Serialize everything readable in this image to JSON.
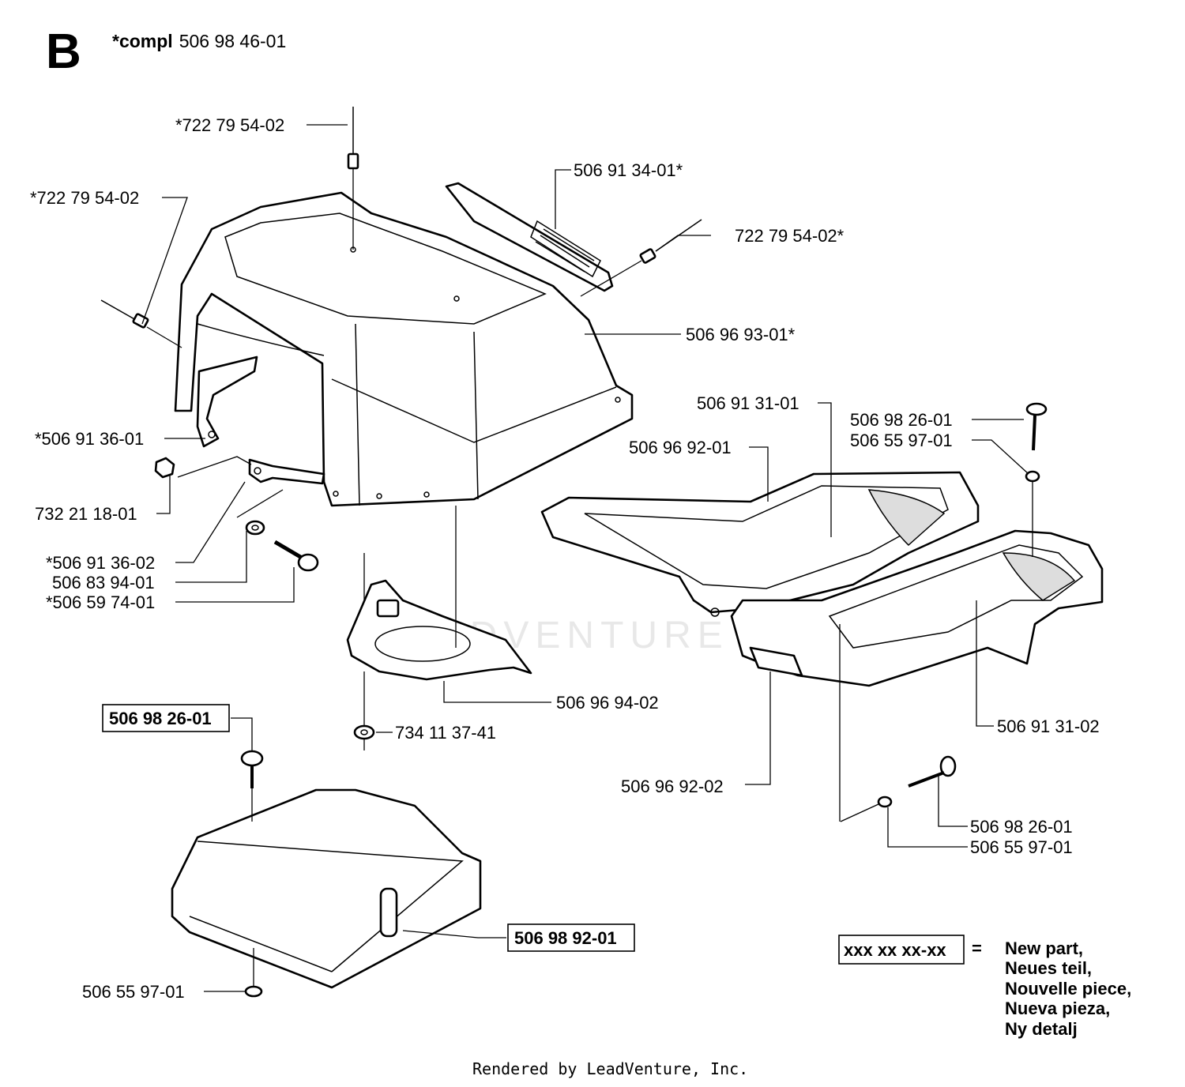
{
  "header": {
    "section_letter": "B",
    "compl_prefix": "*compl",
    "compl_number": "506 98 46-01"
  },
  "watermark": "LEADVENTURE",
  "callouts": {
    "pin_top": "*722 79 54-02",
    "pin_left": "*722 79 54-02",
    "grille": "506 91 34-01*",
    "pin_right": "722 79 54-02*",
    "hood": "506 96 93-01*",
    "bracket_upper": "*506 91 36-01",
    "nut": "732 21 18-01",
    "bracket_lower": "*506 91 36-02",
    "washer": "506 83 94-01",
    "bolt": "*506 59 74-01",
    "panel_left": "506 91 31-01",
    "screw_right_top": "506 98 26-01",
    "washer_right_top": "506 55 97-01",
    "side_left": "506 96 92-01",
    "seat_plate": "506 96 94-02",
    "washer_lower": "734 11 37-41",
    "panel_right": "506 91 31-02",
    "side_right": "506 96 92-02",
    "screw_right_bottom": "506 98 26-01",
    "washer_right_bottom": "506 55 97-01",
    "cover_screw": "506 98 26-01",
    "cover": "506 98 92-01",
    "cover_washer": "506 55 97-01"
  },
  "legend": {
    "code": "xxx xx xx-xx",
    "equals": "=",
    "lines": [
      "New part,",
      "Neues teil,",
      "Nouvelle piece,",
      "Nueva pieza,",
      "Ny detalj"
    ]
  },
  "footer": "Rendered by LeadVenture, Inc."
}
